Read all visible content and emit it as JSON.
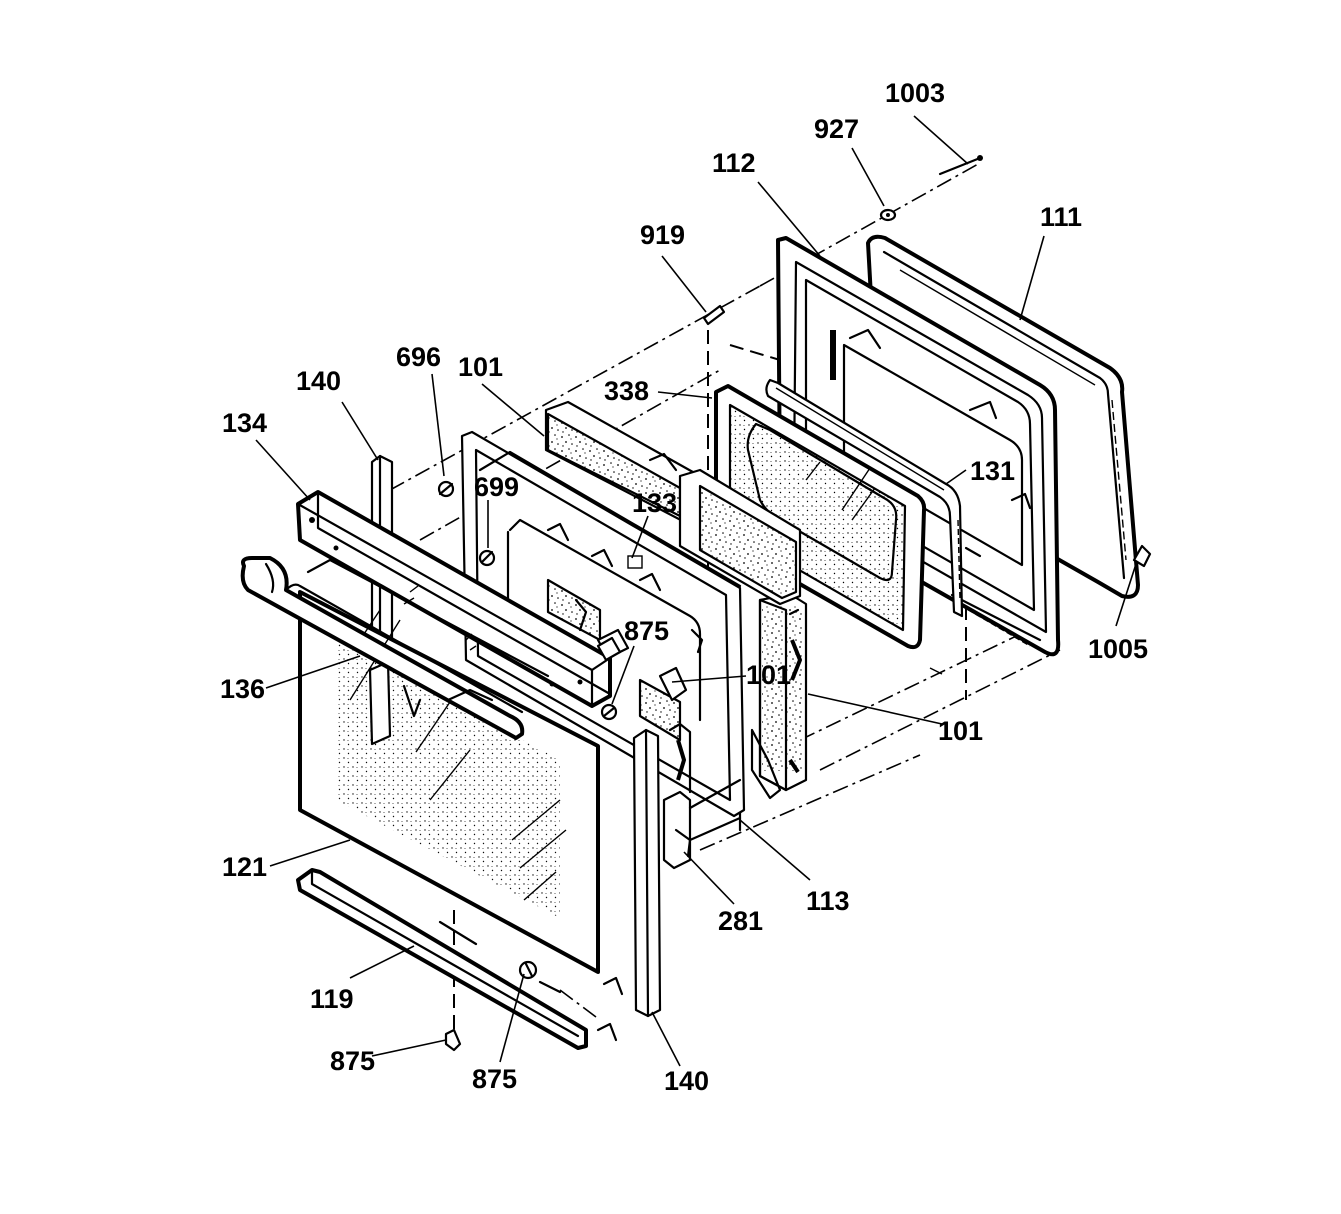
{
  "part_labels": {
    "p1003": "1003",
    "p927": "927",
    "p112": "112",
    "p111": "111",
    "p919": "919",
    "p696": "696",
    "p140_top": "140",
    "p101_top": "101",
    "p338": "338",
    "p134": "134",
    "p699": "699",
    "p133": "133",
    "p131": "131",
    "p1005": "1005",
    "p875_mid": "875",
    "p101_mid": "101",
    "p101_right": "101",
    "p136": "136",
    "p121": "121",
    "p113": "113",
    "p281": "281",
    "p119": "119",
    "p875_bl": "875",
    "p875_b": "875",
    "p140_bottom": "140"
  }
}
